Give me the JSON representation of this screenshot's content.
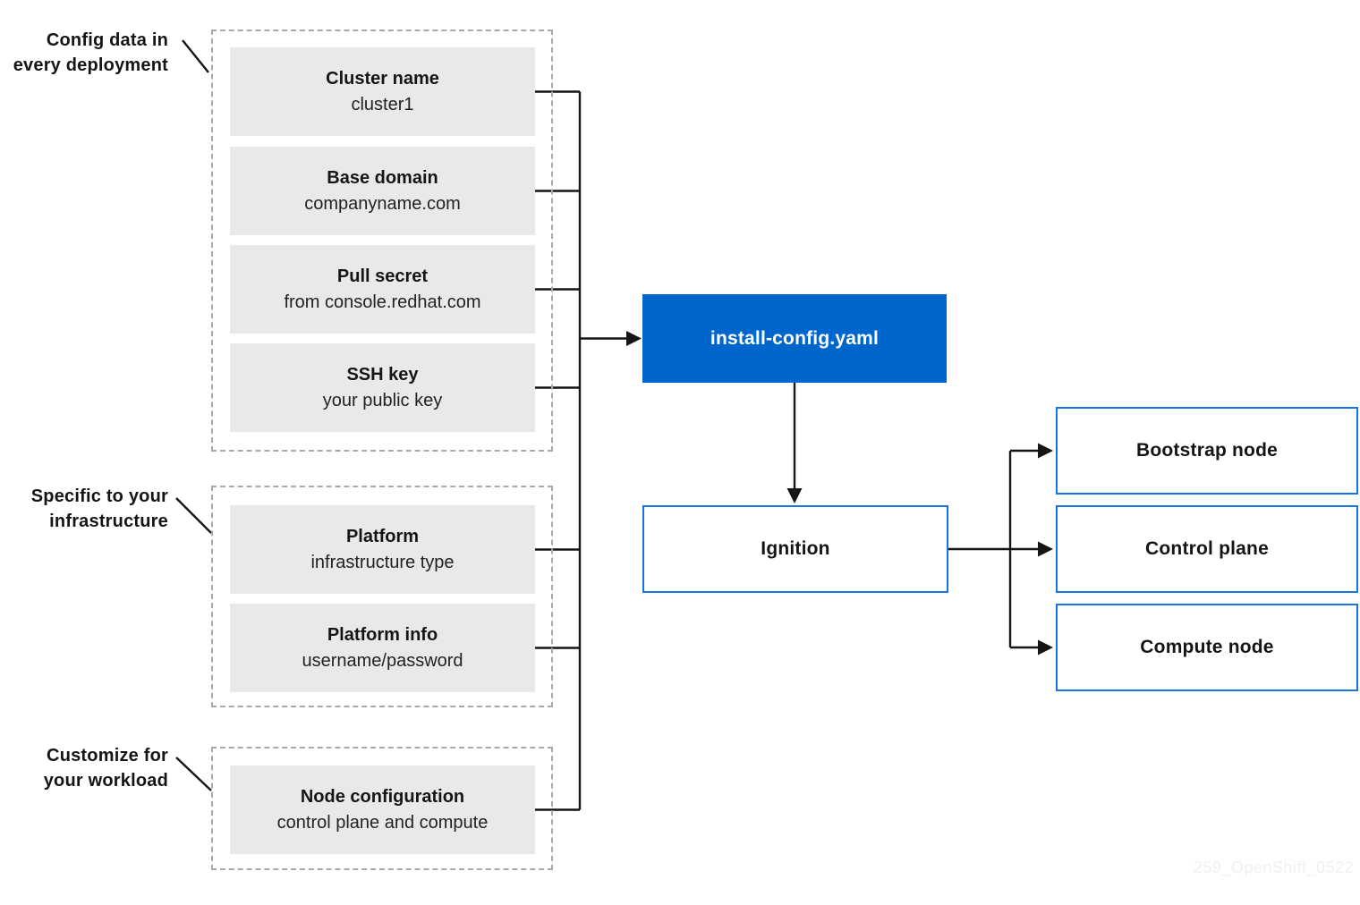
{
  "diagram": {
    "annotations": [
      {
        "line1": "Config data in",
        "line2": "every deployment"
      },
      {
        "line1": "Specific to your",
        "line2": "infrastructure"
      },
      {
        "line1": "Customize for",
        "line2": "your workload"
      }
    ],
    "config_items": [
      {
        "title": "Cluster name",
        "subtitle": "cluster1"
      },
      {
        "title": "Base domain",
        "subtitle": "companyname.com"
      },
      {
        "title": "Pull secret",
        "subtitle": "from console.redhat.com"
      },
      {
        "title": "SSH key",
        "subtitle": "your public key"
      },
      {
        "title": "Platform",
        "subtitle": "infrastructure type"
      },
      {
        "title": "Platform info",
        "subtitle": "username/password"
      },
      {
        "title": "Node configuration",
        "subtitle": "control plane and compute"
      }
    ],
    "install_config_label": "install-config.yaml",
    "ignition_label": "Ignition",
    "output_nodes": [
      {
        "label": "Bootstrap node"
      },
      {
        "label": "Control plane"
      },
      {
        "label": "Compute node"
      }
    ],
    "watermark": "259_OpenShift_0522",
    "colors": {
      "accent_blue": "#0066cc",
      "border_blue": "#1673e6",
      "box_gray": "#e9e9e9",
      "line_black": "#151515",
      "dash_gray": "#a9a9a9",
      "text_dark": "#151515",
      "watermark_gray": "#f0f0f0"
    }
  }
}
